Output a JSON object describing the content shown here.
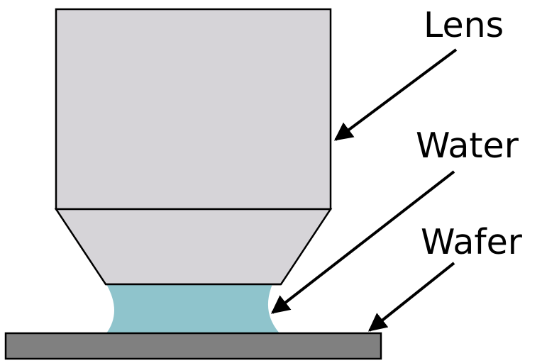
{
  "labels": {
    "lens": "Lens",
    "water": "Water",
    "wafer": "Wafer"
  },
  "colors": {
    "lens_fill": "#d6d4d8",
    "water_fill": "#8fc4cc",
    "wafer_fill": "#808080",
    "outline": "#000000",
    "background": "#ffffff"
  }
}
